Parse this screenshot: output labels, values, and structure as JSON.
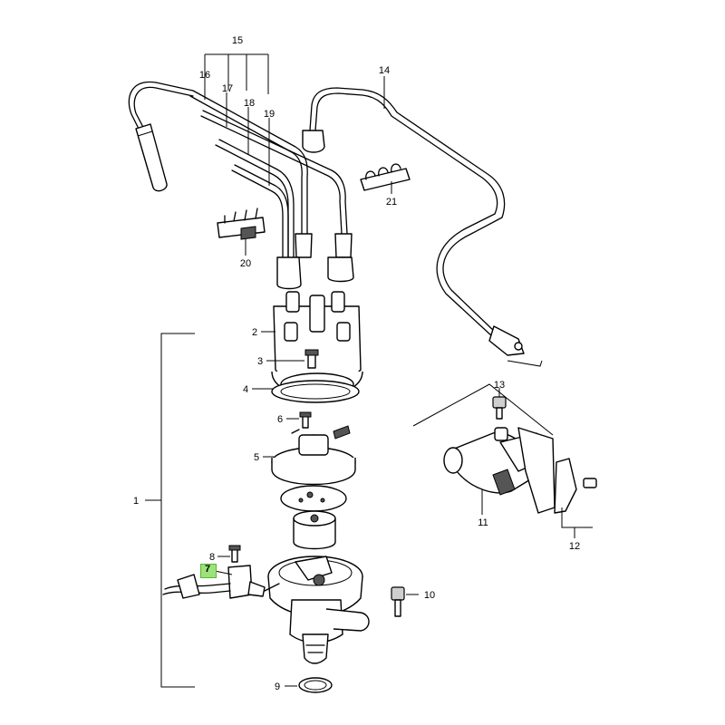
{
  "diagram": {
    "callouts": [
      {
        "id": "c1",
        "label": "1"
      },
      {
        "id": "c2",
        "label": "2"
      },
      {
        "id": "c3",
        "label": "3"
      },
      {
        "id": "c4",
        "label": "4"
      },
      {
        "id": "c5",
        "label": "5"
      },
      {
        "id": "c6",
        "label": "6"
      },
      {
        "id": "c7",
        "label": "7",
        "highlighted": true
      },
      {
        "id": "c8",
        "label": "8"
      },
      {
        "id": "c9",
        "label": "9"
      },
      {
        "id": "c10",
        "label": "10"
      },
      {
        "id": "c11",
        "label": "11"
      },
      {
        "id": "c12",
        "label": "12"
      },
      {
        "id": "c13",
        "label": "13"
      },
      {
        "id": "c14",
        "label": "14"
      },
      {
        "id": "c15",
        "label": "15"
      },
      {
        "id": "c16",
        "label": "16"
      },
      {
        "id": "c17",
        "label": "17"
      },
      {
        "id": "c18",
        "label": "18"
      },
      {
        "id": "c19",
        "label": "19"
      },
      {
        "id": "c20",
        "label": "20"
      },
      {
        "id": "c21",
        "label": "21"
      }
    ],
    "colors": {
      "line": "#000000",
      "highlight": "#9be27a",
      "background": "#ffffff"
    }
  }
}
